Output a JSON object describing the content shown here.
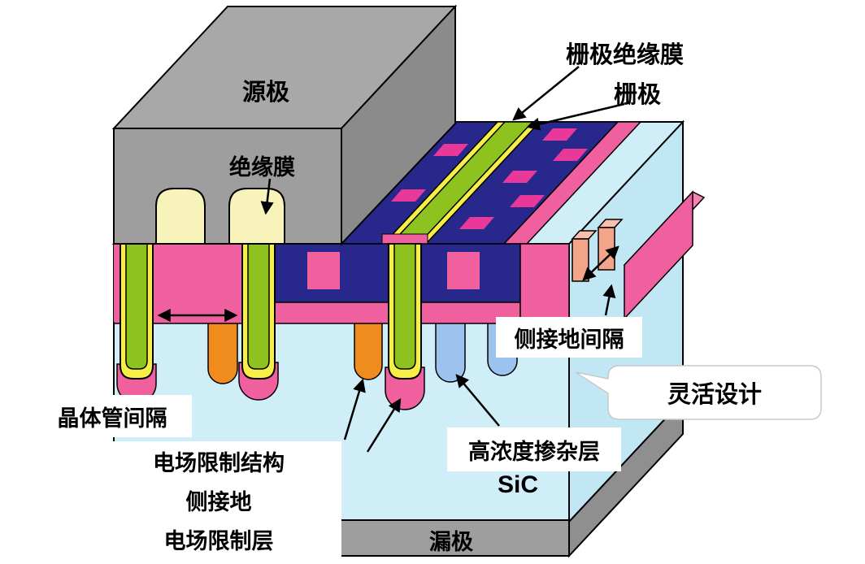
{
  "diagram": {
    "labels": {
      "gate_insulating_film": "栅极绝缘膜",
      "gate": "栅极",
      "source": "源极",
      "insulating_film": "绝缘膜",
      "side_ground_gap": "侧接地间隔",
      "flexible_design": "灵活设计",
      "transistor_gap": "晶体管间隔",
      "field_limit_line1": "电场限制结构",
      "field_limit_line2": "侧接地",
      "field_limit_line3": "电场限制层",
      "high_doping_layer": "高浓度掺杂层",
      "substrate": "SiC",
      "drain": "漏极"
    },
    "colors": {
      "source_gray": "#9e9e9e",
      "source_gray_top": "#a8a8a8",
      "source_gray_side": "#8b8b8b",
      "dark_blue": "#28288c",
      "pink": "#f0609f",
      "magenta": "#e8399b",
      "green": "#8ec31f",
      "yellow": "#f7ef45",
      "cream": "#f8f3bb",
      "orange": "#f08c1e",
      "light_blue_column": "#9cc3f0",
      "substrate_blue": "#cfeef8",
      "substrate_side": "#c2e7f4",
      "drain_gray": "#9e9e9e",
      "termination_column": "#f4a488",
      "outline": "#000000"
    }
  }
}
